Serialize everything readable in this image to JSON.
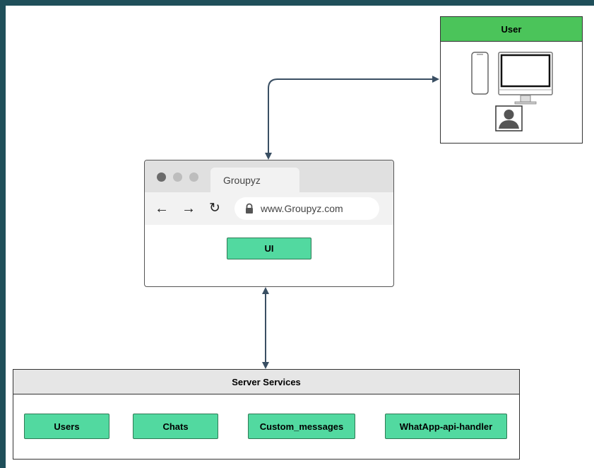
{
  "user_box": {
    "title": "User",
    "icons": [
      "phone-icon",
      "monitor-icon",
      "person-icon"
    ]
  },
  "browser": {
    "tab_title": "Groupyz",
    "url": "www.Groupyz.com",
    "nav_icons": [
      "back-arrow-icon",
      "forward-arrow-icon",
      "reload-icon",
      "lock-icon"
    ],
    "ui_label": "UI"
  },
  "server": {
    "title": "Server Services",
    "services": [
      "Users",
      "Chats",
      "Custom_messages",
      "WhatApp-api-handler"
    ]
  },
  "colors": {
    "header_green": "#4bc45a",
    "component_green": "#52d9a0",
    "arrow": "#3a4f63",
    "frame": "#1f4f5a"
  }
}
